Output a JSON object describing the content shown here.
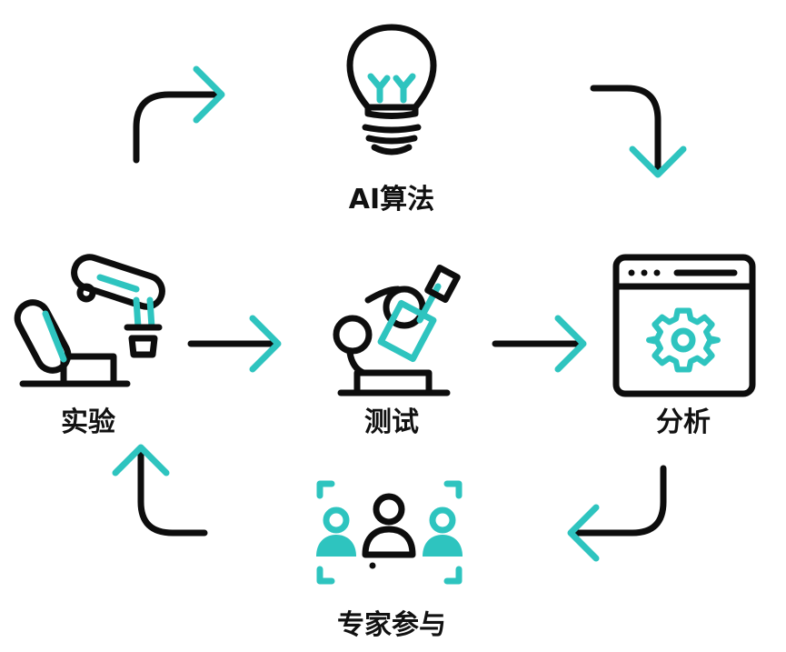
{
  "colors": {
    "dark": "#0d0d0d",
    "accent": "#2ec4bf",
    "background": "#ffffff"
  },
  "nodes": {
    "ai_algorithm": {
      "label": "AI算法",
      "icon": "lightbulb-icon"
    },
    "experiment": {
      "label": "实验",
      "icon": "robot-arm-icon"
    },
    "testing": {
      "label": "测试",
      "icon": "microscope-icon"
    },
    "analysis": {
      "label": "分析",
      "icon": "settings-window-icon"
    },
    "expert": {
      "label": "专家参与",
      "icon": "expert-group-icon"
    }
  },
  "arrows": [
    {
      "from": "实验",
      "to": "AI算法"
    },
    {
      "from": "AI算法",
      "to": "分析"
    },
    {
      "from": "实验",
      "to": "测试"
    },
    {
      "from": "测试",
      "to": "分析"
    },
    {
      "from": "分析",
      "to": "专家参与"
    },
    {
      "from": "专家参与",
      "to": "实验"
    }
  ]
}
